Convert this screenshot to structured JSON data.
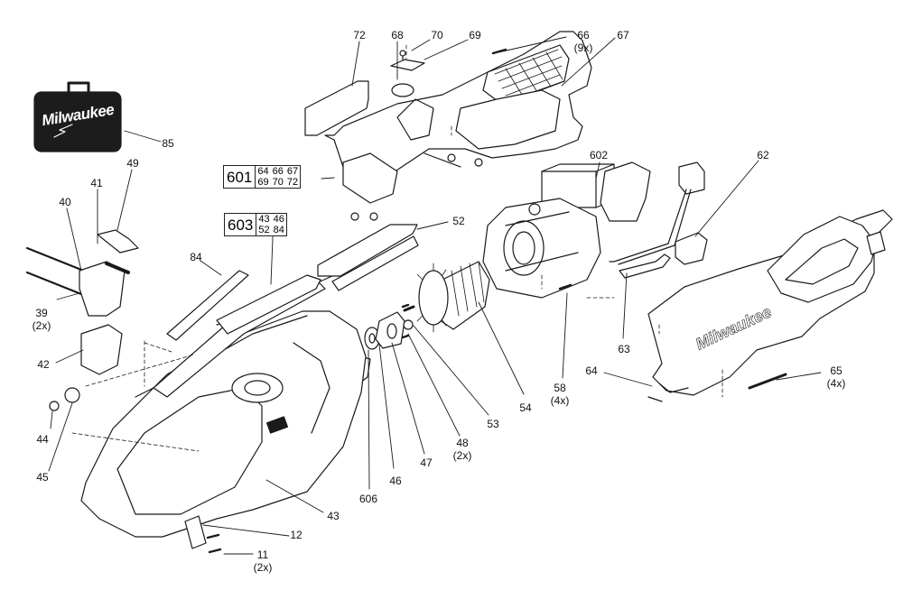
{
  "brand": {
    "logo_text": "Milwaukee"
  },
  "kits": {
    "k601": {
      "number": "601",
      "parts": [
        "64",
        "66",
        "67",
        "69",
        "70",
        "72"
      ]
    },
    "k603": {
      "number": "603",
      "parts": [
        "43",
        "46",
        "52",
        "84"
      ]
    }
  },
  "callouts": {
    "p72": "72",
    "p68": "68",
    "p70": "70",
    "p69": "69",
    "p66": "66\n(9x)",
    "p67": "67",
    "p85": "85",
    "p49": "49",
    "p41": "41",
    "p40": "40",
    "p39": "39\n(2x)",
    "p42": "42",
    "p84": "84",
    "p52": "52",
    "p602": "602",
    "p62": "62",
    "p58": "58\n(4x)",
    "p63": "63",
    "p64": "64",
    "p65": "65\n(4x)",
    "p54": "54",
    "p53": "53",
    "p48": "48\n(2x)",
    "p47": "47",
    "p46": "46",
    "p606": "606",
    "p44": "44",
    "p45": "45",
    "p43": "43",
    "p12": "12",
    "p11": "11\n(2x)"
  },
  "colors": {
    "line": "#1a1a1a",
    "case_fill": "#1c1c1c",
    "part_fill": "#ffffff"
  }
}
